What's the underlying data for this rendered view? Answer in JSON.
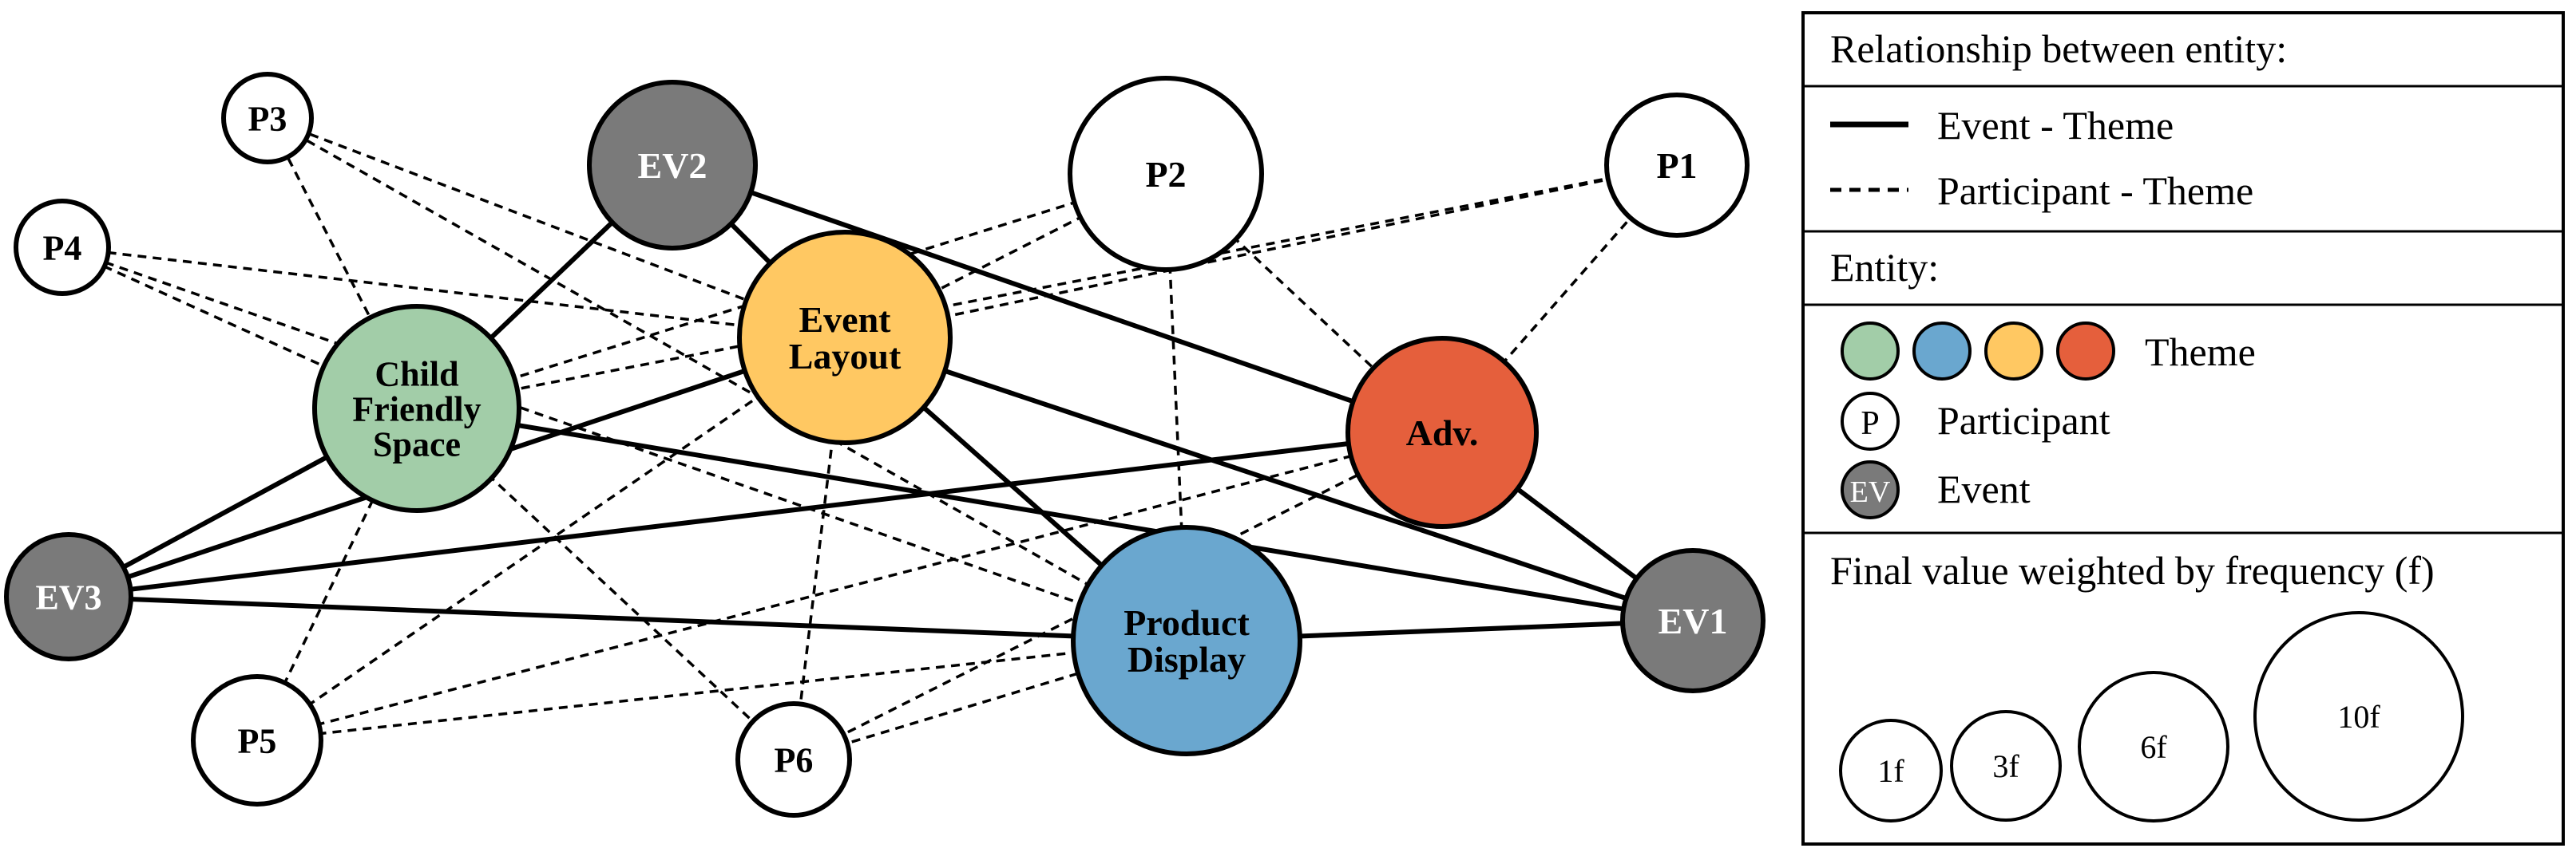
{
  "nodes": [
    {
      "id": "p3",
      "label": "P3",
      "kind": "participant",
      "fill": "#ffffff",
      "text_color": "#000000"
    },
    {
      "id": "p4",
      "label": "P4",
      "kind": "participant",
      "fill": "#ffffff",
      "text_color": "#000000"
    },
    {
      "id": "ev2",
      "label": "EV2",
      "kind": "event",
      "fill": "#7a7a7a",
      "text_color": "#ffffff"
    },
    {
      "id": "p2",
      "label": "P2",
      "kind": "participant",
      "fill": "#ffffff",
      "text_color": "#000000"
    },
    {
      "id": "p1",
      "label": "P1",
      "kind": "participant",
      "fill": "#ffffff",
      "text_color": "#000000"
    },
    {
      "id": "child",
      "label": [
        "Child",
        "Friendly",
        "Space"
      ],
      "kind": "theme",
      "fill": "#a2cda8",
      "text_color": "#000000"
    },
    {
      "id": "layout",
      "label": [
        "Event",
        "Layout"
      ],
      "kind": "theme",
      "fill": "#ffc862",
      "text_color": "#000000"
    },
    {
      "id": "adv",
      "label": "Adv.",
      "kind": "theme",
      "fill": "#e55f3c",
      "text_color": "#000000"
    },
    {
      "id": "ev3",
      "label": "EV3",
      "kind": "event",
      "fill": "#7a7a7a",
      "text_color": "#ffffff"
    },
    {
      "id": "product",
      "label": [
        "Product",
        "Display"
      ],
      "kind": "theme",
      "fill": "#6aa7cf",
      "text_color": "#000000"
    },
    {
      "id": "ev1",
      "label": "EV1",
      "kind": "event",
      "fill": "#7a7a7a",
      "text_color": "#ffffff"
    },
    {
      "id": "p5",
      "label": "P5",
      "kind": "participant",
      "fill": "#ffffff",
      "text_color": "#000000"
    },
    {
      "id": "p6",
      "label": "P6",
      "kind": "participant",
      "fill": "#ffffff",
      "text_color": "#000000"
    }
  ],
  "edges": [
    {
      "from": "ev2",
      "to": "child",
      "style": "solid"
    },
    {
      "from": "ev2",
      "to": "layout",
      "style": "solid"
    },
    {
      "from": "ev2",
      "to": "adv",
      "style": "solid"
    },
    {
      "from": "ev3",
      "to": "child",
      "style": "solid"
    },
    {
      "from": "ev3",
      "to": "layout",
      "style": "solid"
    },
    {
      "from": "ev3",
      "to": "adv",
      "style": "solid"
    },
    {
      "from": "ev3",
      "to": "product",
      "style": "solid"
    },
    {
      "from": "ev1",
      "to": "child",
      "style": "solid"
    },
    {
      "from": "ev1",
      "to": "layout",
      "style": "solid"
    },
    {
      "from": "ev1",
      "to": "adv",
      "style": "solid"
    },
    {
      "from": "ev1",
      "to": "product",
      "style": "solid"
    },
    {
      "from": "layout",
      "to": "product",
      "style": "solid"
    },
    {
      "from": "p3",
      "to": "child",
      "style": "dashed"
    },
    {
      "from": "p3",
      "to": "layout",
      "style": "dashed"
    },
    {
      "from": "p3",
      "to": "product",
      "style": "dashed"
    },
    {
      "from": "p4",
      "to": "child",
      "style": "dashed"
    },
    {
      "from": "p4",
      "to": "layout",
      "style": "dashed"
    },
    {
      "from": "p4",
      "to": "product",
      "style": "dashed"
    },
    {
      "from": "p2",
      "to": "child",
      "style": "dashed"
    },
    {
      "from": "p2",
      "to": "layout",
      "style": "dashed"
    },
    {
      "from": "p2",
      "to": "adv",
      "style": "dashed"
    },
    {
      "from": "p2",
      "to": "product",
      "style": "dashed"
    },
    {
      "from": "p1",
      "to": "child",
      "style": "dashed"
    },
    {
      "from": "p1",
      "to": "layout",
      "style": "dashed"
    },
    {
      "from": "p1",
      "to": "adv",
      "style": "dashed"
    },
    {
      "from": "p5",
      "to": "child",
      "style": "dashed"
    },
    {
      "from": "p5",
      "to": "layout",
      "style": "dashed"
    },
    {
      "from": "p5",
      "to": "adv",
      "style": "dashed"
    },
    {
      "from": "p5",
      "to": "product",
      "style": "dashed"
    },
    {
      "from": "p6",
      "to": "child",
      "style": "dashed"
    },
    {
      "from": "p6",
      "to": "layout",
      "style": "dashed"
    },
    {
      "from": "p6",
      "to": "adv",
      "style": "dashed"
    },
    {
      "from": "p6",
      "to": "product",
      "style": "dashed"
    }
  ],
  "legend": {
    "relationship_title": "Relationship between entity:",
    "event_theme": "Event - Theme",
    "participant_theme": "Participant - Theme",
    "entity_title": "Entity:",
    "theme_colors": [
      "#a2cda8",
      "#6aa7cf",
      "#ffc862",
      "#e55f3c"
    ],
    "theme_label": "Theme",
    "participant_symbol": "P",
    "participant_label": "Participant",
    "event_symbol": "EV",
    "event_label": "Event",
    "event_color": "#7a7a7a",
    "weight_title": "Final value weighted by frequency (f)",
    "sizes": [
      "1f",
      "3f",
      "6f",
      "10f"
    ]
  }
}
